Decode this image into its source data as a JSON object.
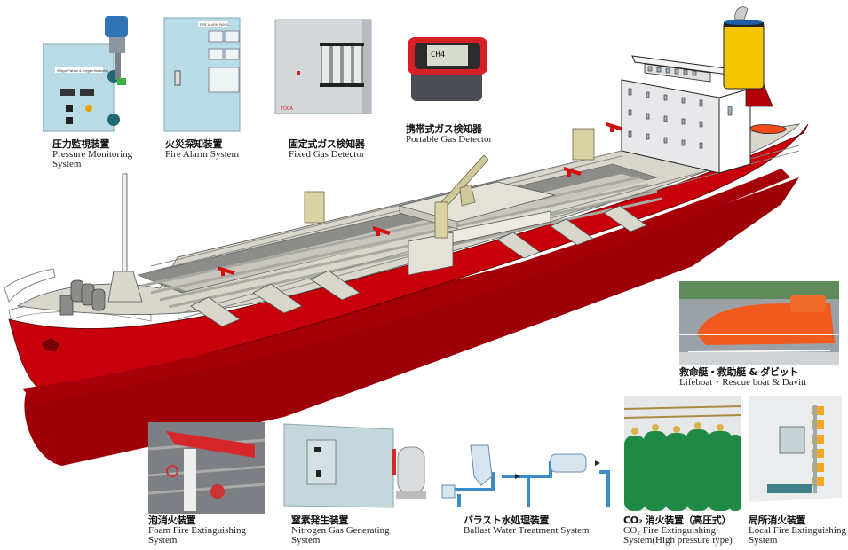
{
  "title": "Tanker ship safety equipment overview",
  "equipment": [
    {
      "id": "pressure",
      "jp": "圧力監視装置",
      "en": "Pressure Monitoring System",
      "en_line1": "Pressure Monitoring",
      "en_line2": "System",
      "panel_text": "Wiltype Fathom & Oxygen Monitoring"
    },
    {
      "id": "fire_alarm",
      "jp": "火災探知装置",
      "en": "Fire Alarm System",
      "panel_text": "FIRE ALARM PANEL"
    },
    {
      "id": "fixed_gas",
      "jp": "固定式ガス検知器",
      "en": "Fixed Gas Detector",
      "brand": "TOCA"
    },
    {
      "id": "portable_gas",
      "jp": "携帯式ガス検知器",
      "en": "Portable Gas Detector",
      "display": "CH4"
    },
    {
      "id": "lifeboat",
      "jp": "救命艇・救助艇 & ダビット",
      "en": "Lifeboat・Rescue boat & Davitt"
    },
    {
      "id": "foam",
      "jp": "泡消火装置",
      "en": "Foam Fire Extinguishing System",
      "en_line1": "Foam Fire Extinguishing",
      "en_line2": "System"
    },
    {
      "id": "nitrogen",
      "jp": "窒素発生装置",
      "en": "Nitrogen Gas Generating System",
      "en_line1": "Nitrogen Gas Generating",
      "en_line2": "System"
    },
    {
      "id": "ballast",
      "jp": "バラスト水処理装置",
      "en": "Ballast Water Treatment System"
    },
    {
      "id": "co2",
      "jp": "CO₂ 消火装置（高圧式）",
      "en": "CO₂ Fire Extinguishing System(High pressure type)",
      "en_line1": "CO₂ Fire Extinguishing",
      "en_line2": "System(High pressure type)"
    },
    {
      "id": "local",
      "jp": "局所消火装置",
      "en": "Local Fire Extinguishing System",
      "en_line1": "Local Fire Extinguishing",
      "en_line2": "System"
    }
  ],
  "colors": {
    "hull_red": "#c8000b",
    "hull_dark": "#9e0008",
    "deck": "#d9d7cc",
    "deck_dark": "#8c8c88",
    "funnel_yellow": "#f5c400",
    "pipe_blue": "#3b8cc8",
    "cabinet_blue": "#b9dbe6",
    "lifeboat_orange": "#f05a1e",
    "cylinder_green": "#1f8a45"
  }
}
